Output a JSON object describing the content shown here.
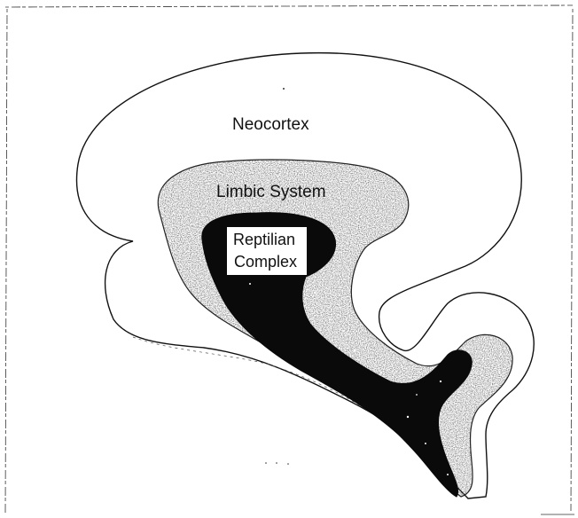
{
  "diagram": {
    "labels": {
      "neocortex": "Neocortex",
      "limbic_system": "Limbic System",
      "reptilian_line1": "Reptilian",
      "reptilian_line2": "Complex"
    },
    "colors": {
      "ink": "#111111",
      "limbic_stipple": "#8a8a8a",
      "reptilian_fill": "#0a0a0a",
      "paper": "#ffffff"
    }
  }
}
